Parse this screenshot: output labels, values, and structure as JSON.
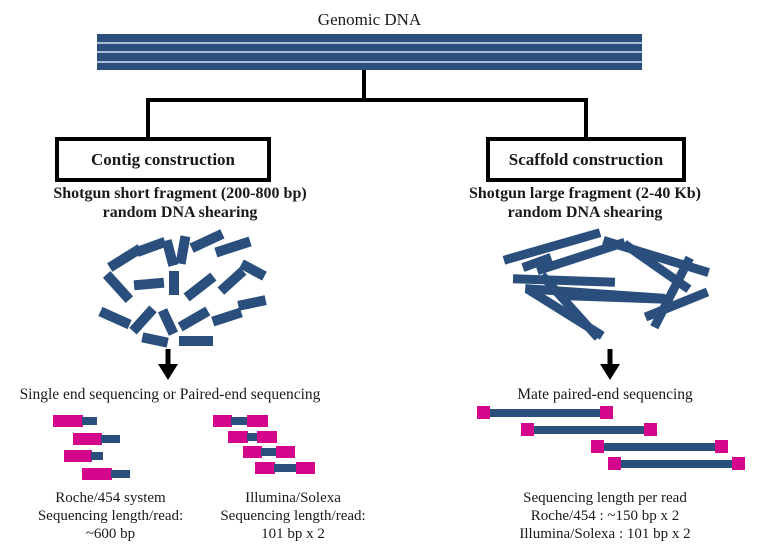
{
  "title": "Genomic DNA",
  "palette": {
    "dna_blue": "#2a4f7d",
    "stack_separator": "#a9bdd3",
    "read_magenta": "#d4078c",
    "line_black": "#000000"
  },
  "contig": {
    "box_label": "Contig construction",
    "subtitle_line1": "Shotgun short fragment (200-800 bp)",
    "subtitle_line2": "random DNA shearing",
    "caption": "Single end sequencing or Paired-end sequencing",
    "roche_col": {
      "line1": "Roche/454 system",
      "line2": "Sequencing length/read:",
      "line3": "~600 bp"
    },
    "illumina_col": {
      "line1": "Illumina/Solexa",
      "line2": "Sequencing length/read:",
      "line3": "101 bp x 2"
    }
  },
  "scaffold": {
    "box_label": "Scaffold construction",
    "subtitle_line1": "Shotgun large fragment (2-40 Kb)",
    "subtitle_line2": "random DNA shearing",
    "caption": "Mate paired-end sequencing",
    "summary_col": {
      "line1": "Sequencing length per read",
      "line2": "Roche/454 : ~150 bp x 2",
      "line3": "Illumina/Solexa : 101 bp x 2"
    }
  },
  "figures": {
    "short_fragments": [
      [
        125,
        258,
        36,
        -32
      ],
      [
        151,
        247,
        30,
        -20
      ],
      [
        170,
        253,
        26,
        75
      ],
      [
        183,
        250,
        28,
        100
      ],
      [
        207,
        241,
        34,
        -25
      ],
      [
        233,
        247,
        36,
        -18
      ],
      [
        118,
        287,
        34,
        48
      ],
      [
        149,
        284,
        30,
        -5
      ],
      [
        174,
        283,
        24,
        90
      ],
      [
        200,
        287,
        34,
        -38
      ],
      [
        232,
        281,
        30,
        -42
      ],
      [
        253,
        270,
        26,
        28
      ],
      [
        115,
        318,
        32,
        24
      ],
      [
        143,
        320,
        30,
        -48
      ],
      [
        168,
        322,
        26,
        65
      ],
      [
        194,
        319,
        32,
        -30
      ],
      [
        227,
        317,
        30,
        -18
      ],
      [
        252,
        303,
        28,
        -12
      ],
      [
        155,
        340,
        26,
        12
      ],
      [
        196,
        341,
        34,
        0
      ]
    ],
    "long_fragments": [
      [
        552,
        246,
        100,
        -16
      ],
      [
        581,
        256,
        92,
        -18
      ],
      [
        656,
        256,
        110,
        17
      ],
      [
        537,
        262,
        30,
        -20
      ],
      [
        564,
        280,
        102,
        2
      ],
      [
        595,
        293,
        140,
        4
      ],
      [
        617,
        297,
        100,
        2
      ],
      [
        565,
        312,
        88,
        32
      ],
      [
        570,
        306,
        84,
        48
      ],
      [
        672,
        292,
        78,
        -63
      ],
      [
        656,
        266,
        79,
        35
      ],
      [
        676,
        304,
        67,
        -22
      ]
    ],
    "reads": {
      "roche_454": [
        [
          "m",
          53,
          415,
          30,
          12
        ],
        [
          "b",
          82,
          417,
          15,
          8
        ],
        [
          "m",
          73,
          433,
          29,
          12
        ],
        [
          "b",
          101,
          435,
          19,
          8
        ],
        [
          "m",
          64,
          450,
          28,
          12
        ],
        [
          "b",
          91,
          452,
          12,
          8
        ],
        [
          "m",
          82,
          468,
          30,
          12
        ],
        [
          "b",
          111,
          470,
          19,
          8
        ]
      ],
      "illumina": [
        [
          "m",
          213,
          415,
          19,
          12
        ],
        [
          "b",
          231,
          417,
          17,
          8
        ],
        [
          "m",
          247,
          415,
          21,
          12
        ],
        [
          "m",
          228,
          431,
          20,
          12
        ],
        [
          "b",
          247,
          433,
          11,
          8
        ],
        [
          "m",
          257,
          431,
          20,
          12
        ],
        [
          "m",
          243,
          446,
          19,
          12
        ],
        [
          "b",
          261,
          448,
          16,
          8
        ],
        [
          "m",
          276,
          446,
          19,
          12
        ],
        [
          "m",
          255,
          462,
          20,
          12
        ],
        [
          "b",
          274,
          464,
          23,
          8
        ],
        [
          "m",
          296,
          462,
          19,
          12
        ]
      ],
      "mate_pairs": [
        [
          "b",
          483,
          409,
          124,
          8
        ],
        [
          "m",
          477,
          406,
          13,
          13
        ],
        [
          "m",
          600,
          406,
          13,
          13
        ],
        [
          "b",
          527,
          426,
          124,
          8
        ],
        [
          "m",
          521,
          423,
          13,
          13
        ],
        [
          "m",
          644,
          423,
          13,
          13
        ],
        [
          "b",
          597,
          443,
          125,
          8
        ],
        [
          "m",
          591,
          440,
          13,
          13
        ],
        [
          "m",
          715,
          440,
          13,
          13
        ],
        [
          "b",
          614,
          460,
          125,
          8
        ],
        [
          "m",
          608,
          457,
          13,
          13
        ],
        [
          "m",
          732,
          457,
          13,
          13
        ]
      ]
    }
  }
}
